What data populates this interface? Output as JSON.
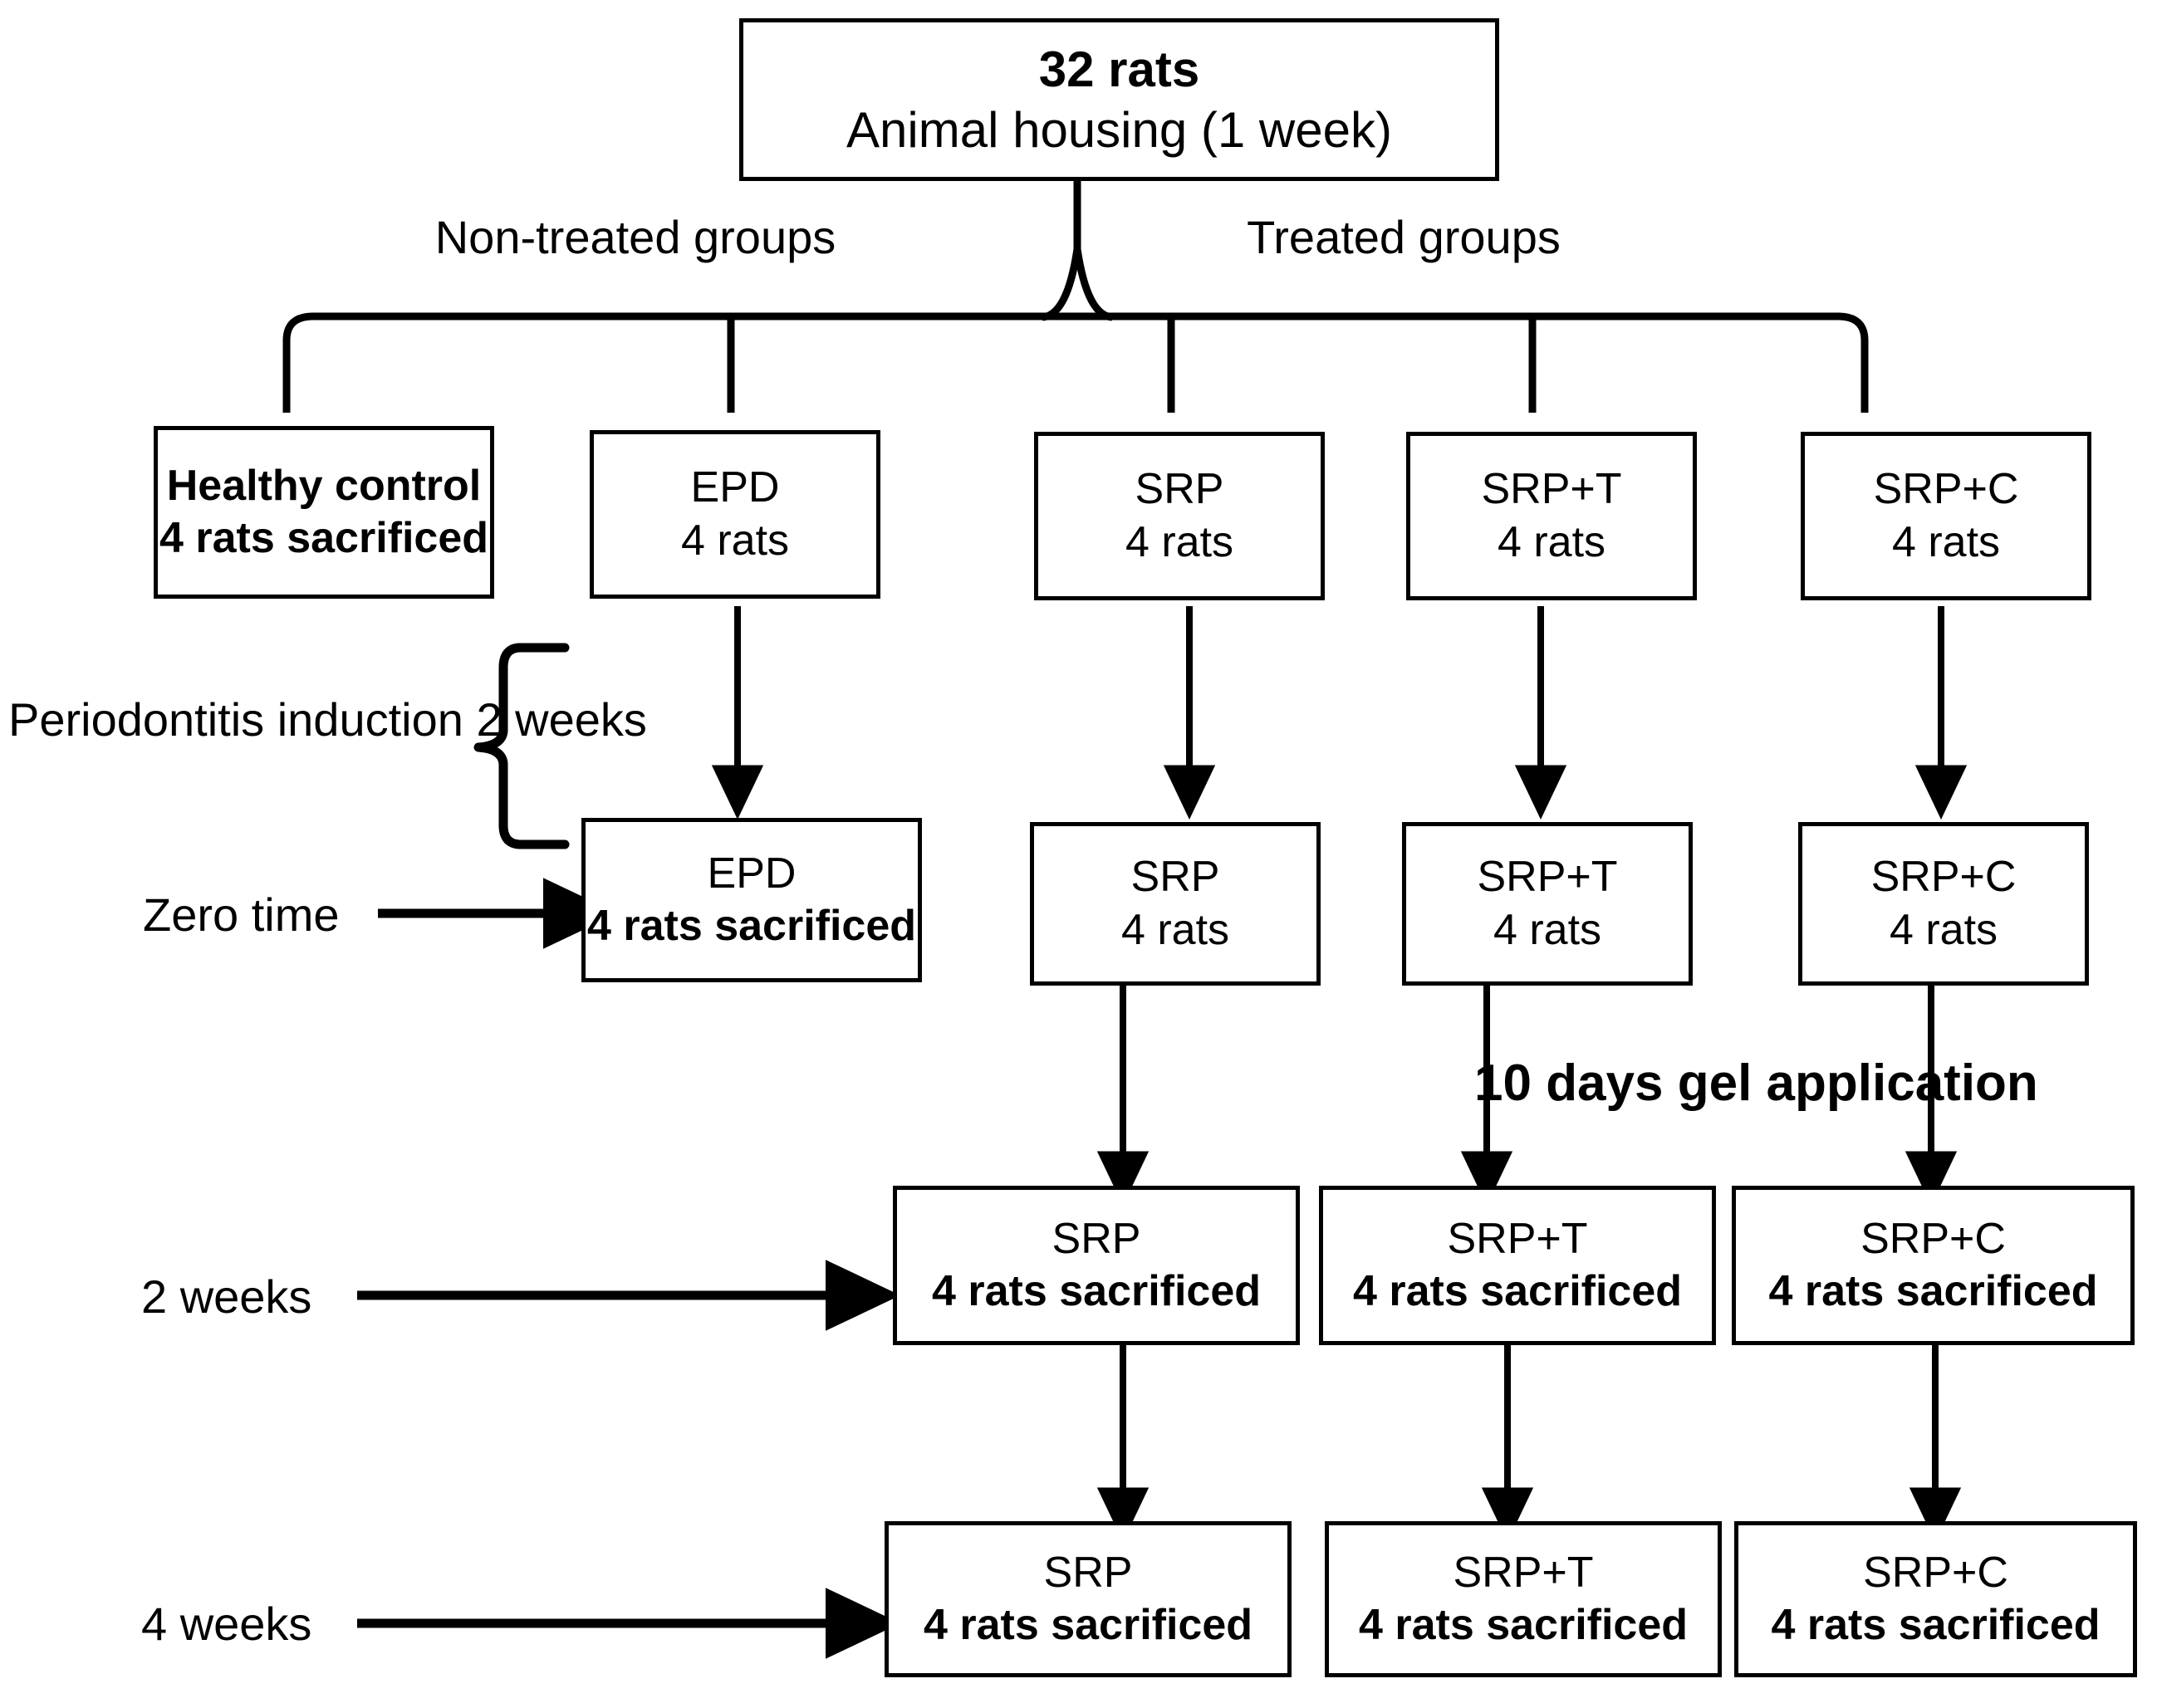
{
  "diagram": {
    "title_box": {
      "line1": "32 rats",
      "line2": "Animal housing (1 week)"
    },
    "branch_labels": {
      "left": "Non-treated groups",
      "right": "Treated groups"
    },
    "side_labels": {
      "induction_line1": "Periodontitis induction",
      "induction_line2": "2 weeks",
      "zero_time": "Zero time",
      "two_weeks": "2 weeks",
      "four_weeks": "4 weeks",
      "gel_application": "10 days gel application"
    },
    "row1": [
      {
        "name": "Healthy control",
        "count": "4 rats sacrificed",
        "name_bold": true,
        "count_bold": true
      },
      {
        "name": "EPD",
        "count": "4 rats",
        "name_bold": false,
        "count_bold": false
      },
      {
        "name": "SRP",
        "count": "4 rats",
        "name_bold": false,
        "count_bold": false
      },
      {
        "name": "SRP+T",
        "count": "4 rats",
        "name_bold": false,
        "count_bold": false
      },
      {
        "name": "SRP+C",
        "count": "4 rats",
        "name_bold": false,
        "count_bold": false
      }
    ],
    "row2": [
      {
        "name": "EPD",
        "count": "4 rats sacrificed",
        "name_bold": false,
        "count_bold": true
      },
      {
        "name": "SRP",
        "count": "4 rats",
        "name_bold": false,
        "count_bold": false
      },
      {
        "name": "SRP+T",
        "count": "4 rats",
        "name_bold": false,
        "count_bold": false
      },
      {
        "name": "SRP+C",
        "count": "4 rats",
        "name_bold": false,
        "count_bold": false
      }
    ],
    "row3": [
      {
        "name": "SRP",
        "count": "4 rats sacrificed",
        "name_bold": false,
        "count_bold": true
      },
      {
        "name": "SRP+T",
        "count": "4 rats sacrificed",
        "name_bold": false,
        "count_bold": true
      },
      {
        "name": "SRP+C",
        "count": "4 rats sacrificed",
        "name_bold": false,
        "count_bold": true
      }
    ],
    "row4": [
      {
        "name": "SRP",
        "count": "4 rats sacrificed",
        "name_bold": false,
        "count_bold": true
      },
      {
        "name": "SRP+T",
        "count": "4 rats sacrificed",
        "name_bold": false,
        "count_bold": true
      },
      {
        "name": "SRP+C",
        "count": "4 rats sacrificed",
        "name_bold": false,
        "count_bold": true
      }
    ],
    "colors": {
      "stroke": "#000000",
      "background": "#ffffff",
      "text": "#000000"
    }
  }
}
